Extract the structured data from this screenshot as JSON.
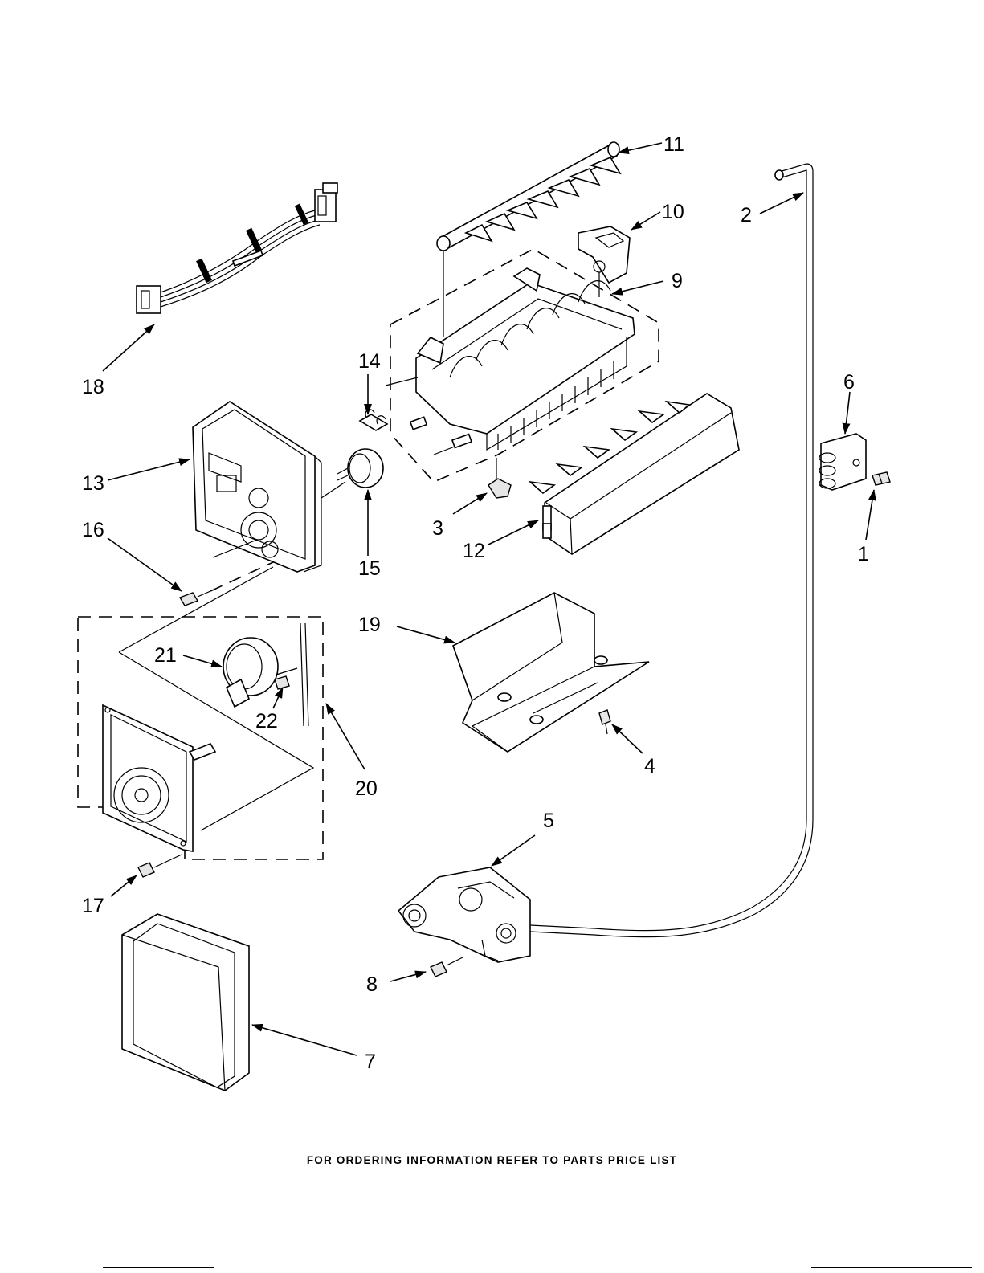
{
  "callouts": {
    "c1": "1",
    "c2": "2",
    "c3": "3",
    "c4": "4",
    "c5": "5",
    "c6": "6",
    "c7": "7",
    "c8": "8",
    "c9": "9",
    "c10": "10",
    "c11": "11",
    "c12": "12",
    "c13": "13",
    "c14": "14",
    "c15": "15",
    "c16": "16",
    "c17": "17",
    "c18": "18",
    "c19": "19",
    "c20": "20",
    "c21": "21",
    "c22": "22"
  },
  "footer": "FOR ORDERING INFORMATION REFER TO PARTS PRICE LIST"
}
